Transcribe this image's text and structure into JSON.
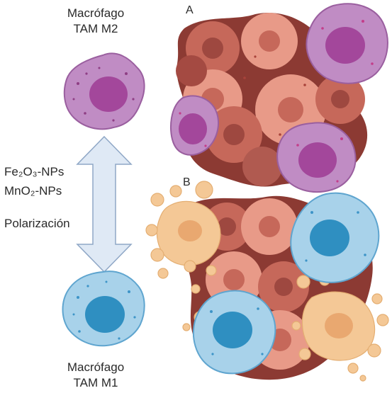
{
  "labels": {
    "m2_line1": "Macrófago",
    "m2_line2": "TAM M2",
    "m1_line1": "Macrófago",
    "m1_line2": "TAM M1",
    "panel_a": "A",
    "panel_b": "B",
    "np_fe": "Fe₂O₃-NPs",
    "np_mn": "MnO₂-NPs",
    "polarization": "Polarización"
  },
  "colors": {
    "m2_cell": "#c08cc4",
    "m2_nucleus": "#a3479b",
    "m1_cell": "#a8d2ea",
    "m1_nucleus": "#2f8fc1",
    "tumor_light": "#e89a88",
    "tumor_mid": "#c6685a",
    "tumor_dark": "#8c3a33",
    "debris": "#f4c896",
    "arrow": "#dfe9f5"
  }
}
